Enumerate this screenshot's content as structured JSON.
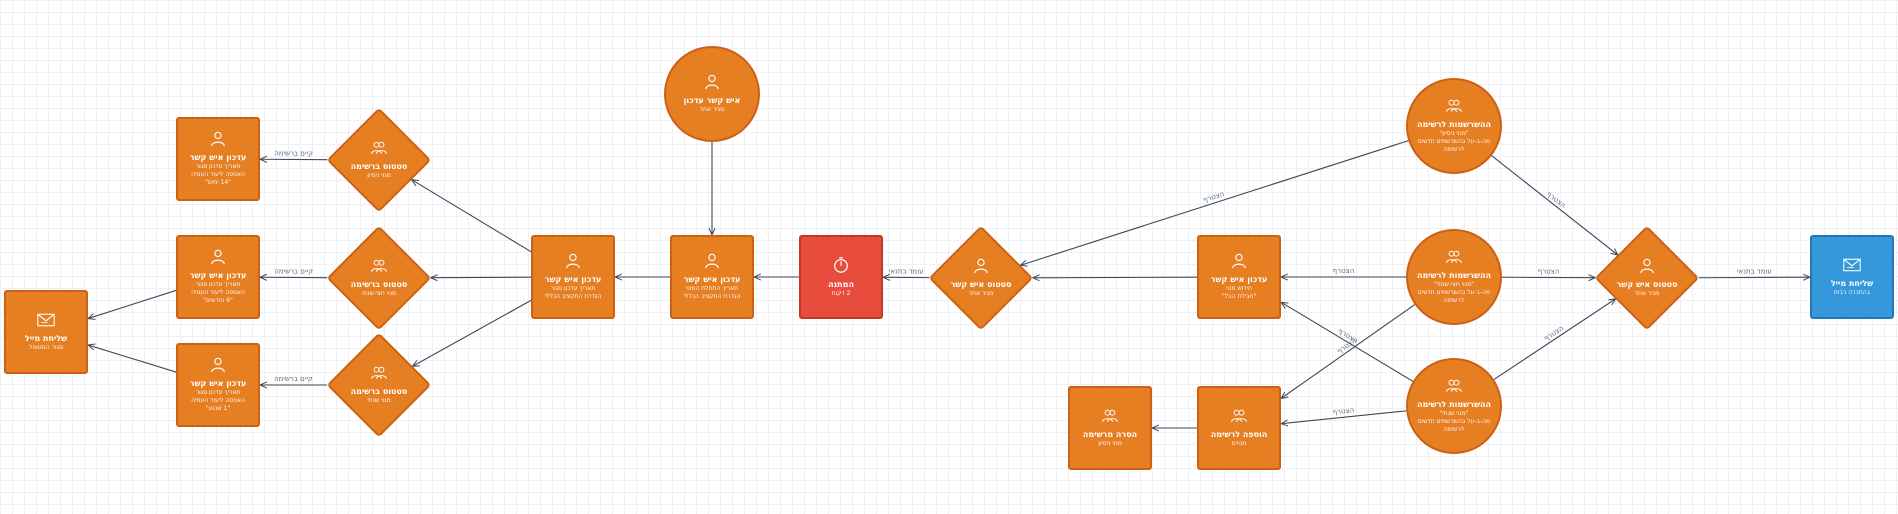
{
  "colors": {
    "orange": "#e67e22",
    "red": "#e74c3c",
    "blue": "#3498db",
    "edge": "#3d4a5c"
  },
  "nodes": [
    {
      "id": "email_left",
      "icon": "envelope-icon",
      "color": "blue",
      "title": "שליחת מייל",
      "lines": [
        "סגור המטופל"
      ]
    },
    {
      "id": "update_top",
      "icon": "person-icon",
      "color": "orange",
      "title": "עדכון איש קשר",
      "lines": [
        "תאריך עדכון סגור",
        "האפסה ליעוד העמיה",
        "\"14 ימים\""
      ]
    },
    {
      "id": "update_mid",
      "icon": "person-icon",
      "color": "orange",
      "title": "עדכון איש קשר",
      "lines": [
        "תאריך עדכון סגור",
        "האפסה ליעוד העמיה",
        "\"6 חודשים\""
      ]
    },
    {
      "id": "update_bot",
      "icon": "person-icon",
      "color": "orange",
      "title": "עדכון איש קשר",
      "lines": [
        "תאריך עדכון סגור",
        "האפסה ליעוד העמיה",
        "\"1 שבוע\""
      ]
    },
    {
      "id": "list_status_top",
      "icon": "group-icon",
      "color": "orange",
      "title": "סטטוס ברשימה",
      "lines": [
        "מנוי ניסיון"
      ]
    },
    {
      "id": "list_status_mid",
      "icon": "group-icon",
      "color": "orange",
      "title": "סטטוס ברשימה",
      "lines": [
        "מנוי חצי-שנתי"
      ]
    },
    {
      "id": "list_status_bot",
      "icon": "group-icon",
      "color": "orange",
      "title": "סטטוס ברשימה",
      "lines": [
        "מנוי שנתי"
      ]
    },
    {
      "id": "update_center",
      "icon": "person-icon",
      "color": "orange",
      "title": "עדכון איש קשר",
      "lines": [
        "תאריך עדכון סגור",
        "הגדרת התקציב הכללי"
      ]
    },
    {
      "id": "update_center2",
      "icon": "person-icon",
      "color": "orange",
      "title": "עדכון איש קשר",
      "lines": [
        "תאריך התחלת המנוי",
        "הגדרת התקציב הכללי"
      ]
    },
    {
      "id": "contact_top",
      "icon": "person-icon",
      "color": "orange",
      "title": "איש קשר עדכון",
      "lines": [
        "מגיר אחד"
      ]
    },
    {
      "id": "wait",
      "icon": "timer-icon",
      "color": "red",
      "title": "המתנה",
      "lines": [
        "2 דקות"
      ]
    },
    {
      "id": "contact_status",
      "icon": "person-icon",
      "color": "orange",
      "title": "סטטוס איש קשר",
      "lines": [
        "מגיר אחד"
      ]
    },
    {
      "id": "update_right",
      "icon": "person-icon",
      "color": "orange",
      "title": "עדכון איש קשר",
      "lines": [
        "חידוש מנוי",
        "\"חבילת הבל\""
      ]
    },
    {
      "id": "list_add",
      "icon": "group-icon",
      "color": "orange",
      "title": "הוספה לרשימה",
      "lines": [
        "מנויים"
      ]
    },
    {
      "id": "list_remove",
      "icon": "group-icon",
      "color": "orange",
      "title": "הסרה מרשימה",
      "lines": [
        "מנוי ניסיון"
      ]
    },
    {
      "id": "signup_top",
      "icon": "group-icon",
      "color": "orange",
      "title": "ההשרשמות לרשימה",
      "lines": [
        "\"מנוי ניסיון\"",
        "מה-ב-על בהשרשמים חדשים לרשימה"
      ]
    },
    {
      "id": "signup_mid",
      "icon": "group-icon",
      "color": "orange",
      "title": "ההשרשמות לרשימה",
      "lines": [
        "\"מנוי חצי-שנתי\"",
        "מה-ב-על בהשרשמים חדשים לרשימה"
      ]
    },
    {
      "id": "signup_bot",
      "icon": "group-icon",
      "color": "orange",
      "title": "ההשרשמות לרשימה",
      "lines": [
        "\"מנוי שנתי\"",
        "מה-ב-על בהשרשמים חדשים לרשימה"
      ]
    },
    {
      "id": "contact_status_right",
      "icon": "person-icon",
      "color": "orange",
      "title": "סטטוס איש קשר",
      "lines": [
        "מגיר אחד"
      ]
    },
    {
      "id": "email_right",
      "icon": "envelope-icon",
      "color": "blue",
      "title": "שליחת מייל",
      "lines": [
        "בהתכרה רבות"
      ]
    }
  ],
  "edges": [
    {
      "from": "update_mid",
      "to": "email_left",
      "label": ""
    },
    {
      "from": "update_bot",
      "to": "email_left",
      "label": ""
    },
    {
      "from": "list_status_top",
      "to": "update_top",
      "label": "קיים ברשימה"
    },
    {
      "from": "list_status_mid",
      "to": "update_mid",
      "label": "קיים ברשימה"
    },
    {
      "from": "list_status_bot",
      "to": "update_bot",
      "label": "קיים ברשימה"
    },
    {
      "from": "update_center",
      "to": "list_status_top",
      "label": ""
    },
    {
      "from": "update_center",
      "to": "list_status_mid",
      "label": ""
    },
    {
      "from": "update_center",
      "to": "list_status_bot",
      "label": ""
    },
    {
      "from": "update_center2",
      "to": "update_center",
      "label": ""
    },
    {
      "from": "contact_top",
      "to": "update_center2",
      "label": ""
    },
    {
      "from": "wait",
      "to": "update_center2",
      "label": ""
    },
    {
      "from": "contact_status",
      "to": "wait",
      "label": "עומד בתנאי"
    },
    {
      "from": "update_right",
      "to": "contact_status",
      "label": ""
    },
    {
      "from": "signup_top",
      "to": "contact_status",
      "label": "הצטרף"
    },
    {
      "from": "signup_mid",
      "to": "update_right",
      "label": "הצטרף"
    },
    {
      "from": "signup_mid",
      "to": "list_add",
      "label": "הצטרף"
    },
    {
      "from": "signup_bot",
      "to": "update_right",
      "label": "הצטרף"
    },
    {
      "from": "signup_bot",
      "to": "list_add",
      "label": "הצטרף"
    },
    {
      "from": "list_add",
      "to": "list_remove",
      "label": ""
    },
    {
      "from": "signup_top",
      "to": "contact_status_right",
      "label": "הצטרף"
    },
    {
      "from": "signup_mid",
      "to": "contact_status_right",
      "label": "הצטרף"
    },
    {
      "from": "signup_bot",
      "to": "contact_status_right",
      "label": "הצטרף"
    },
    {
      "from": "contact_status_right",
      "to": "email_right",
      "label": "עומד בתנאי"
    }
  ]
}
